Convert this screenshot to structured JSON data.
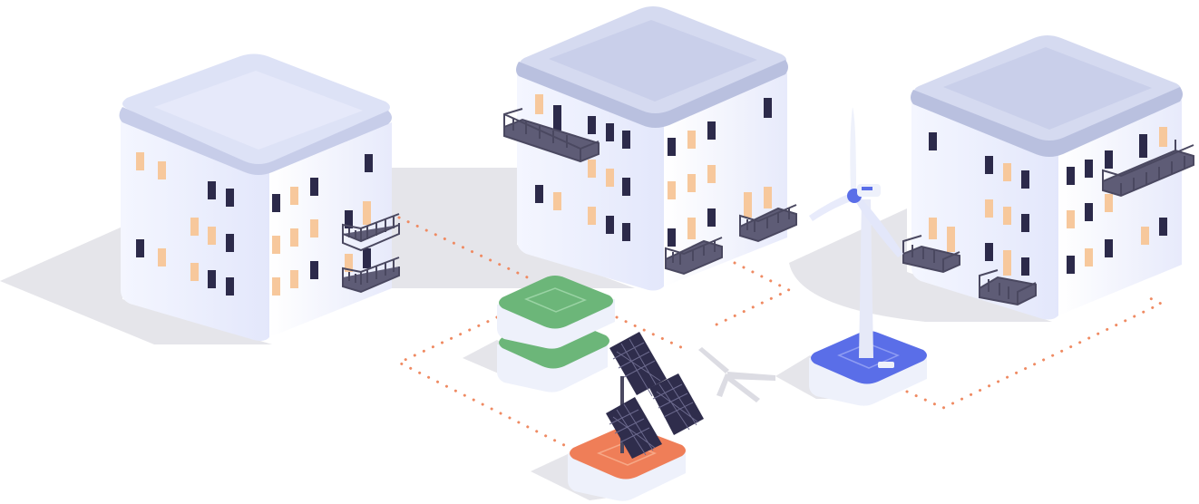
{
  "scene": {
    "colors": {
      "background": "#ffffff",
      "shadow": "#e4e4ea",
      "wall_light": "#eef1ff",
      "wall_dark": "#dfe3fb",
      "roof_top": "#c5cbe6",
      "roof_inner": "#dfe3f7",
      "window_dark": "#2c2a4a",
      "window_lit": "#f7c89c",
      "balcony": "#4a4860",
      "dotted_line": "#ef8a62",
      "battery_green": "#6cb679",
      "pad_orange": "#ef7e58",
      "pad_blue": "#5a6ee8",
      "solar_panel": "#2f2d4c",
      "turbine": "#eef1fb"
    },
    "objects": [
      "apartment-building-left",
      "apartment-building-center",
      "apartment-building-right",
      "wind-turbine",
      "battery-storage",
      "solar-panels",
      "power-line-network"
    ]
  }
}
